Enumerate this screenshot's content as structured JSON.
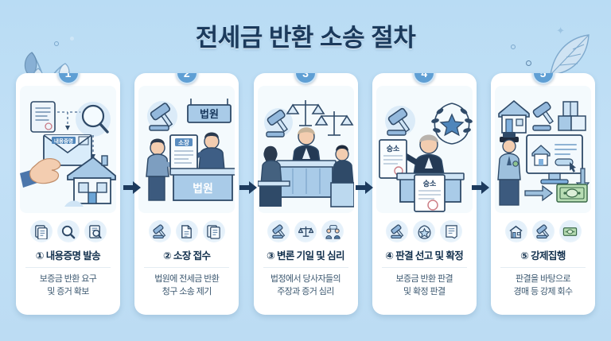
{
  "page": {
    "title": "전세금 반환 소송 절차",
    "background_color": "#bddef4",
    "accent_color": "#5f9fd4",
    "title_color": "#1b3a5c",
    "card_color": "#ffffff",
    "arrow_color": "#1d3b5e"
  },
  "steps": [
    {
      "number": "1",
      "badge": "1",
      "headline": "① 내용증명 발송",
      "desc_line1": "보증금 반환 요구",
      "desc_line2": "및 증거 확보",
      "illustration": "hand-holding-certified-mail-envelope-with-document-magnifier-and-house",
      "illustration_labels": [
        "내용증명"
      ],
      "icons": [
        "document-icon",
        "magnifier-icon",
        "document-search-icon"
      ]
    },
    {
      "number": "2",
      "badge": "2",
      "headline": "② 소장 접수",
      "desc_line1": "법원에 전세금 반환",
      "desc_line2": "청구 소송 제기",
      "illustration": "person-submitting-complaint-to-court-clerk-at-counter",
      "illustration_labels": [
        "법원",
        "소장",
        "법원"
      ],
      "icons": [
        "gavel-icon",
        "document-icon",
        "documents-stack-icon"
      ]
    },
    {
      "number": "3",
      "badge": "3",
      "headline": "③ 변론 기일 및 심리",
      "desc_line1": "법정에서 당사자들의",
      "desc_line2": "주장과 증거 심리",
      "illustration": "courtroom-hearing-judge-at-bench-with-two-parties-and-scales-of-justice",
      "illustration_labels": [],
      "icons": [
        "gavel-icon",
        "scales-icon",
        "two-people-talking-icon"
      ]
    },
    {
      "number": "4",
      "badge": "4",
      "headline": "④ 판결 선고 및 확정",
      "desc_line1": "보증금 반환 판결",
      "desc_line2": "및 확정 판결",
      "illustration": "judge-holding-winning-verdict-documents-with-laurel-wreath-and-gavel",
      "illustration_labels": [
        "승소",
        "승소"
      ],
      "icons": [
        "gavel-icon",
        "laurel-star-icon",
        "certificate-icon"
      ]
    },
    {
      "number": "5",
      "badge": "5",
      "headline": "⑤ 강제집행",
      "desc_line1": "판결을 바탕으로",
      "desc_line2": "경매 등 강제 회수",
      "illustration": "enforcement-officer-with-auction-listing-monitor-house-boxes-and-cash",
      "illustration_labels": [],
      "icons": [
        "house-icon",
        "gavel-icon",
        "money-icon"
      ]
    }
  ],
  "connectors": [
    "arrow-right",
    "arrow-right",
    "arrow-right",
    "arrow-right"
  ],
  "decorations": [
    "leaf-sprig-top-left",
    "leaf-top-right",
    "sparkle",
    "dots"
  ]
}
